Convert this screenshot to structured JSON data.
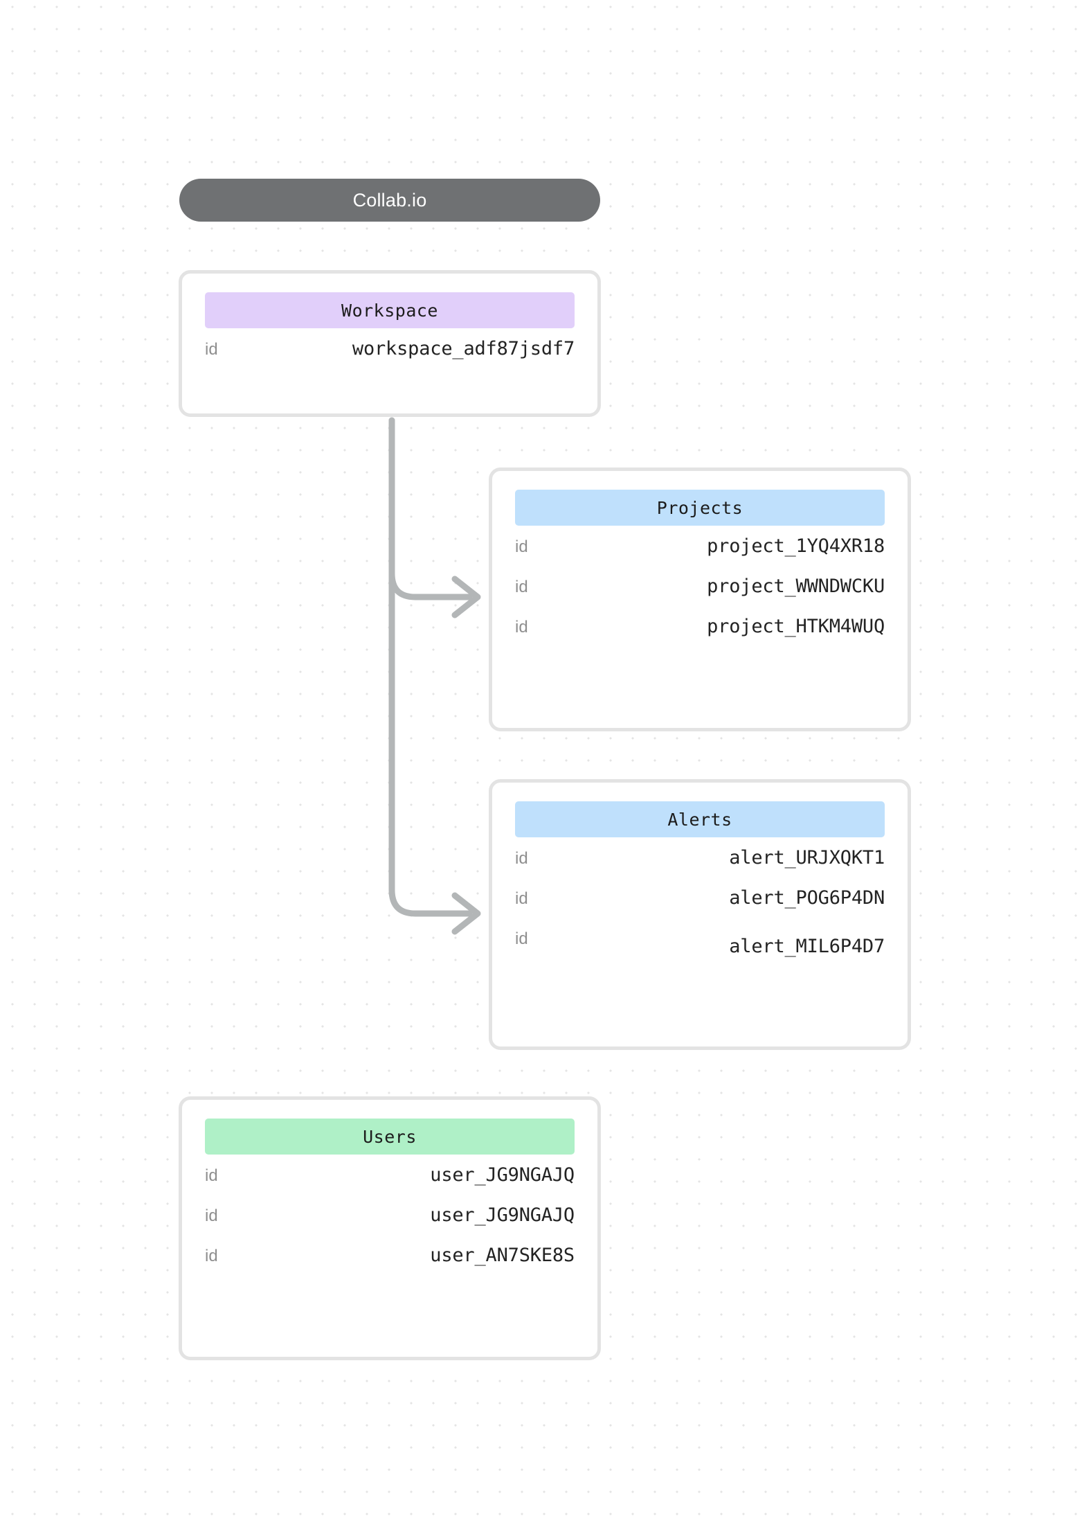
{
  "diagram": {
    "root": {
      "label": "Collab.io",
      "color": "#6f7173"
    },
    "entities": [
      {
        "name": "workspace",
        "title": "Workspace",
        "header_color": "#e1cffa",
        "rows": [
          {
            "key": "id",
            "value": "workspace_adf87jsdf7"
          }
        ]
      },
      {
        "name": "projects",
        "title": "Projects",
        "header_color": "#bfe0fc",
        "rows": [
          {
            "key": "id",
            "value": "project_1YQ4XR18"
          },
          {
            "key": "id",
            "value": "project_WWNDWCKU"
          },
          {
            "key": "id",
            "value": "project_HTKM4WUQ"
          }
        ]
      },
      {
        "name": "alerts",
        "title": "Alerts",
        "header_color": "#bfe0fc",
        "rows": [
          {
            "key": "id",
            "value": "alert_URJXQKT1"
          },
          {
            "key": "id",
            "value": "alert_POG6P4DN"
          },
          {
            "key": "id",
            "value": "alert_MIL6P4D7"
          }
        ]
      },
      {
        "name": "users",
        "title": "Users",
        "header_color": "#aff0c7",
        "rows": [
          {
            "key": "id",
            "value": "user_JG9NGAJQ"
          },
          {
            "key": "id",
            "value": "user_JG9NGAJQ"
          },
          {
            "key": "id",
            "value": "user_AN7SKE8S"
          }
        ]
      }
    ],
    "connectors": [
      {
        "name": "workspace-to-projects",
        "from": "workspace",
        "to": "projects",
        "color": "#b3b6b7"
      },
      {
        "name": "workspace-to-alerts",
        "from": "workspace",
        "to": "alerts",
        "color": "#b3b6b7"
      }
    ],
    "canvas": {
      "background_color": "#ffffff",
      "dot_color": "#e4e4e4",
      "card_border_color": "#e3e3e3"
    }
  }
}
